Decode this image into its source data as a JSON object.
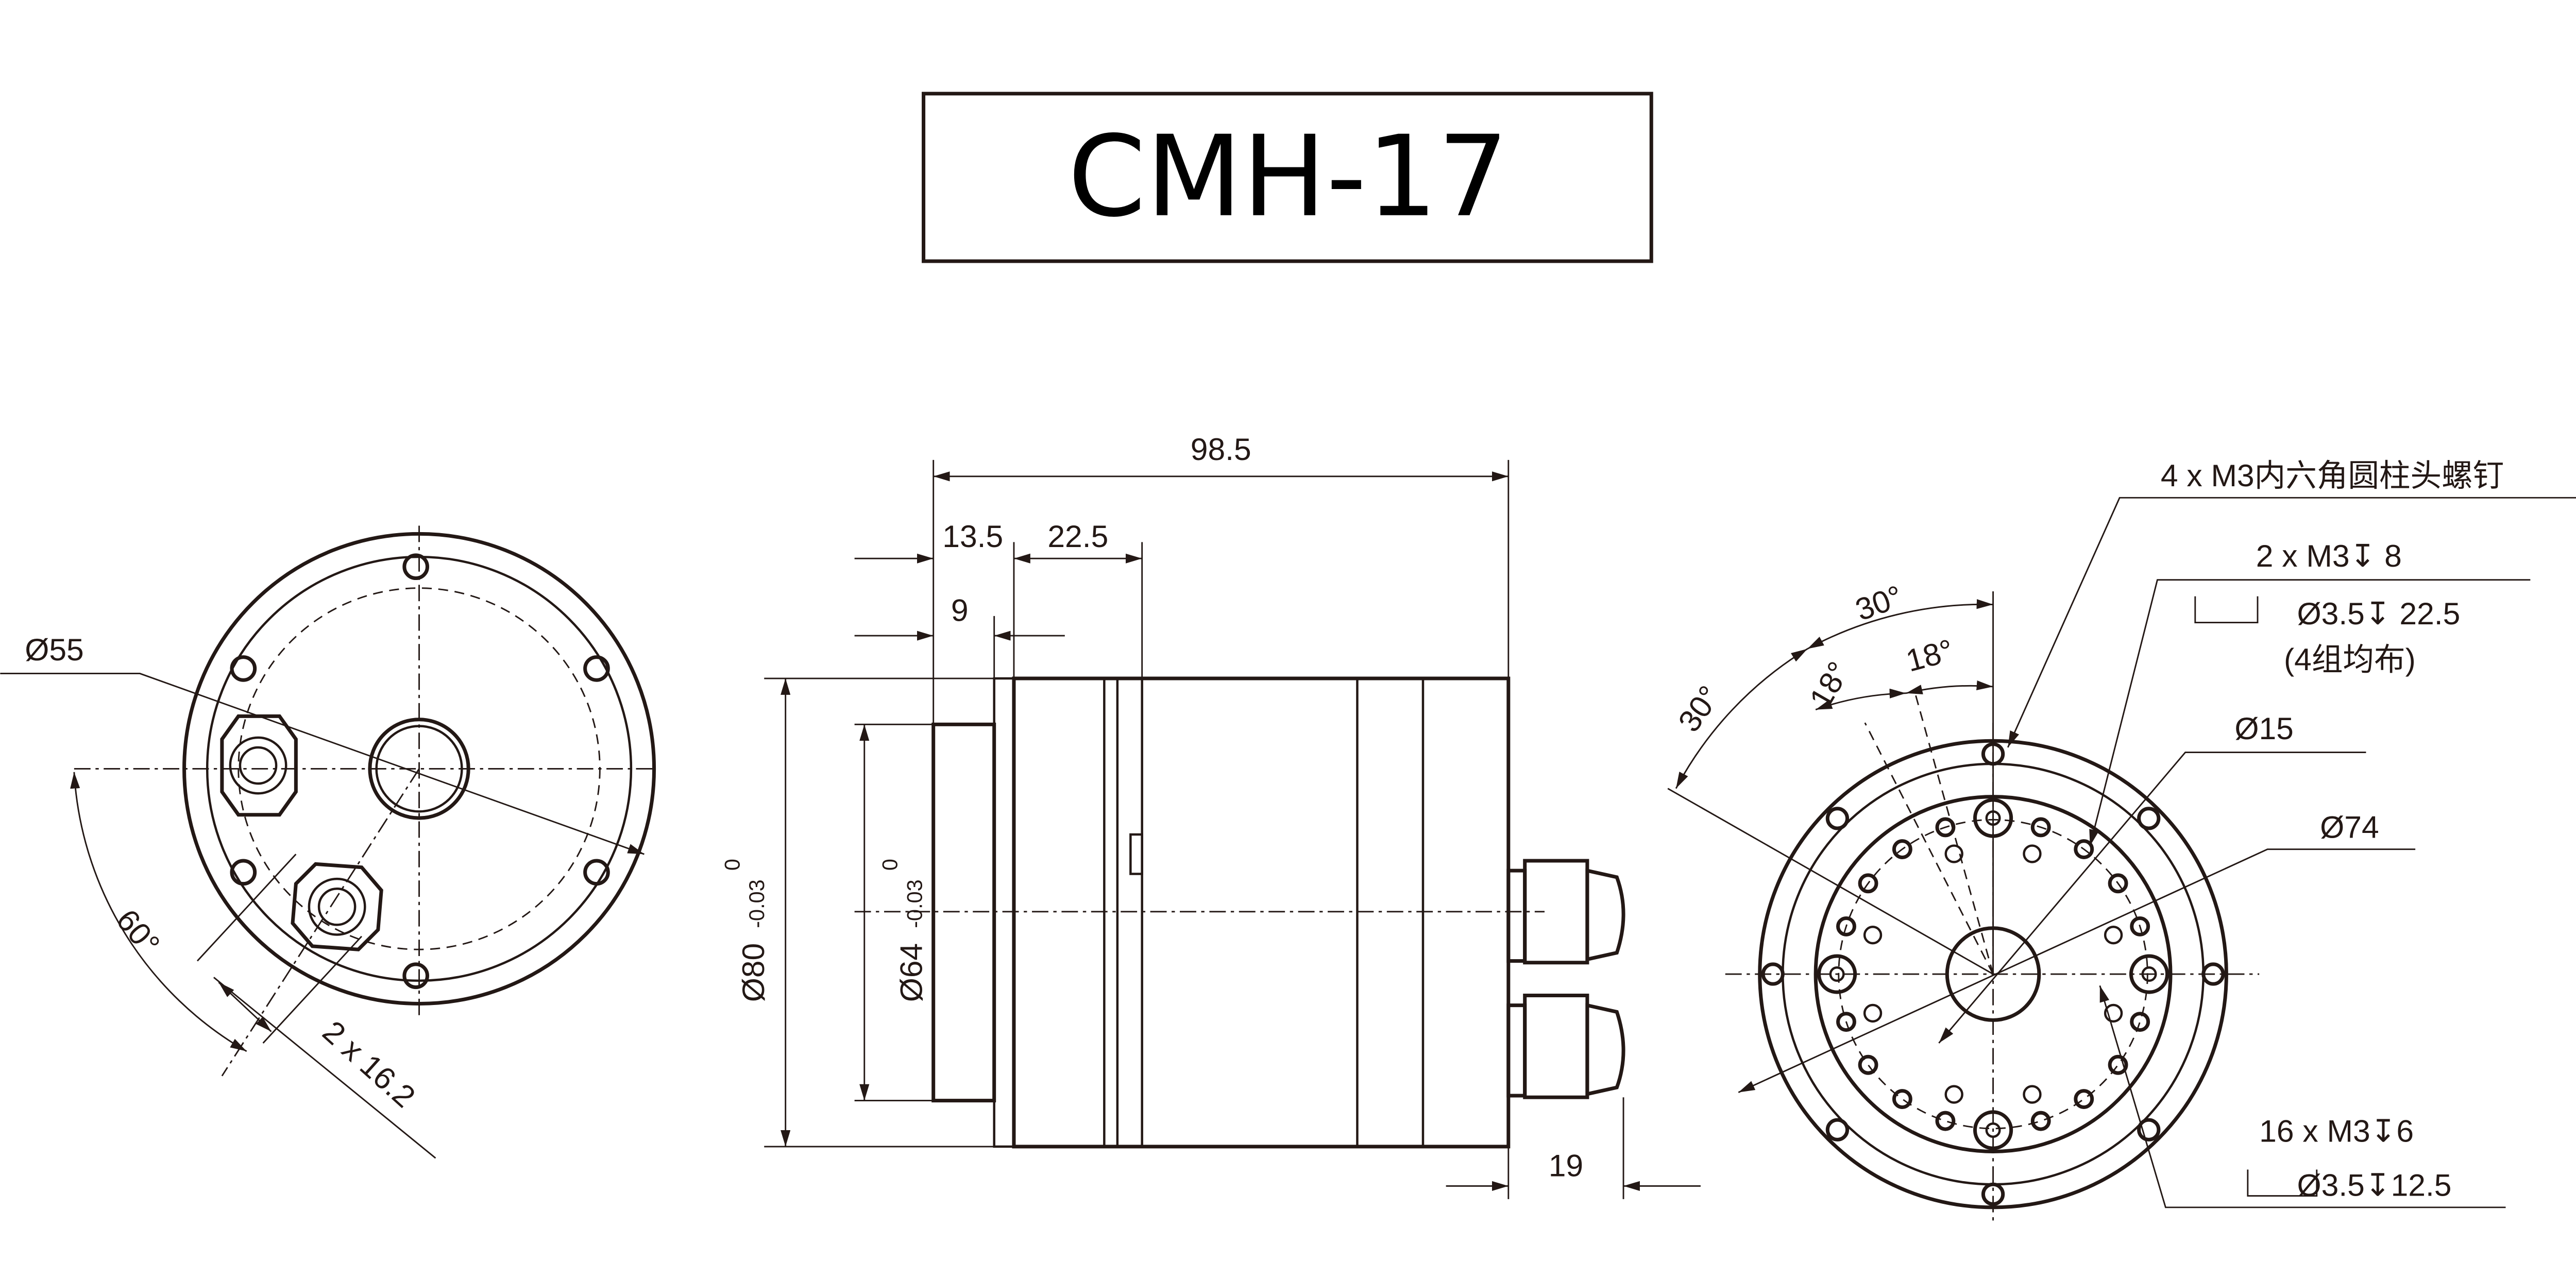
{
  "title": "CMH-17",
  "colors": {
    "line": "#231815",
    "background": "#ffffff"
  },
  "left_view": {
    "diameter_label": "Ø55",
    "angle_label": "60°",
    "fittings_label": "2 x 16.2"
  },
  "side_view": {
    "overall_length": "98.5",
    "flange_length": "13.5",
    "second_length": "22.5",
    "step_length": "9",
    "outer_diameter": "Ø80",
    "outer_tol_upper": "0",
    "outer_tol_lower": "-0.03",
    "inner_diameter": "Ø64",
    "inner_tol_upper": "0",
    "inner_tol_lower": "-0.03",
    "gland_length": "19"
  },
  "right_view": {
    "angle_30_a": "30°",
    "angle_30_b": "30°",
    "angle_18_a": "18°",
    "angle_18_b": "18°",
    "bore_diameter": "Ø15",
    "pcd_diameter": "Ø74",
    "note_screws": "4 x M3内六角圆柱头螺钉",
    "note_holes_line1": "2 x  M3↧ 8",
    "note_holes_line2": "Ø3.5↧ 22.5",
    "note_holes_line3": "(4组均布)",
    "note_bottom_line1": "16 x M3↧6",
    "note_bottom_line2": "Ø3.5↧12.5"
  }
}
